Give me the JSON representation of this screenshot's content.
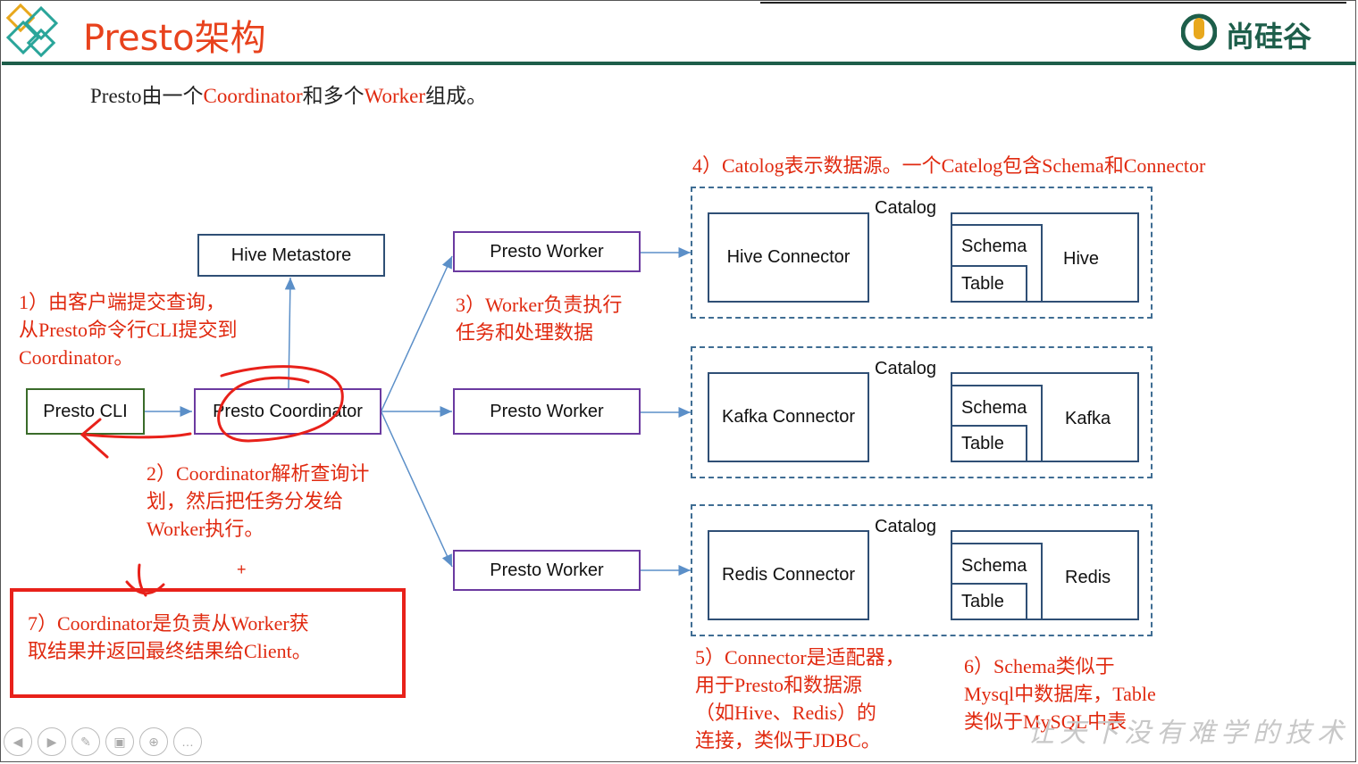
{
  "header": {
    "title": "Presto架构",
    "brand": "尚硅谷"
  },
  "intro": {
    "part1": "Presto由一个",
    "part2": "Coordinator",
    "part3": "和多个",
    "part4": "Worker",
    "part5": "组成。"
  },
  "nodes": {
    "hive_metastore": "Hive Metastore",
    "presto_cli": "Presto CLI",
    "presto_coordinator": "Presto Coordinator",
    "workers": [
      "Presto Worker",
      "Presto Worker",
      "Presto Worker"
    ]
  },
  "catalogs": [
    {
      "catalog_label": "Catalog",
      "connector": "Hive Connector",
      "schema": "Schema",
      "table": "Table",
      "source": "Hive"
    },
    {
      "catalog_label": "Catalog",
      "connector": "Kafka Connector",
      "schema": "Schema",
      "table": "Table",
      "source": "Kafka"
    },
    {
      "catalog_label": "Catalog",
      "connector": "Redis Connector",
      "schema": "Schema",
      "table": "Table",
      "source": "Redis"
    }
  ],
  "notes": {
    "n1": [
      "1）由客户端提交查询，",
      "从Presto命令行CLI提交到",
      "Coordinator。"
    ],
    "n2": [
      "2）Coordinator解析查询计",
      "划，然后把任务分发给",
      "Worker执行。"
    ],
    "n3": [
      "3）Worker负责执行",
      "任务和处理数据"
    ],
    "n4": "4）Catolog表示数据源。一个Catelog包含Schema和Connector",
    "n5": [
      "5）Connector是适配器，",
      "用于Presto和数据源",
      "（如Hive、Redis）的",
      "连接，类似于JDBC。"
    ],
    "n6": [
      "6）Schema类似于",
      "Mysql中数据库，Table",
      "类似于MySQL中表"
    ],
    "n7": [
      "7）Coordinator是负责从Worker获",
      "取结果并返回最终结果给Client。"
    ]
  },
  "plus_mark": "+",
  "watermark": "让天下没有难学的技术",
  "colors": {
    "accent": "#e8421d",
    "brand_green": "#1d5e4a",
    "note_red": "#e02a10",
    "box_blue": "#2f4f75",
    "worker_purple": "#6b3aa0"
  },
  "toolbar_icons": [
    "prev-icon",
    "next-icon",
    "pen-icon",
    "screen-icon",
    "zoom-icon",
    "more-icon"
  ]
}
